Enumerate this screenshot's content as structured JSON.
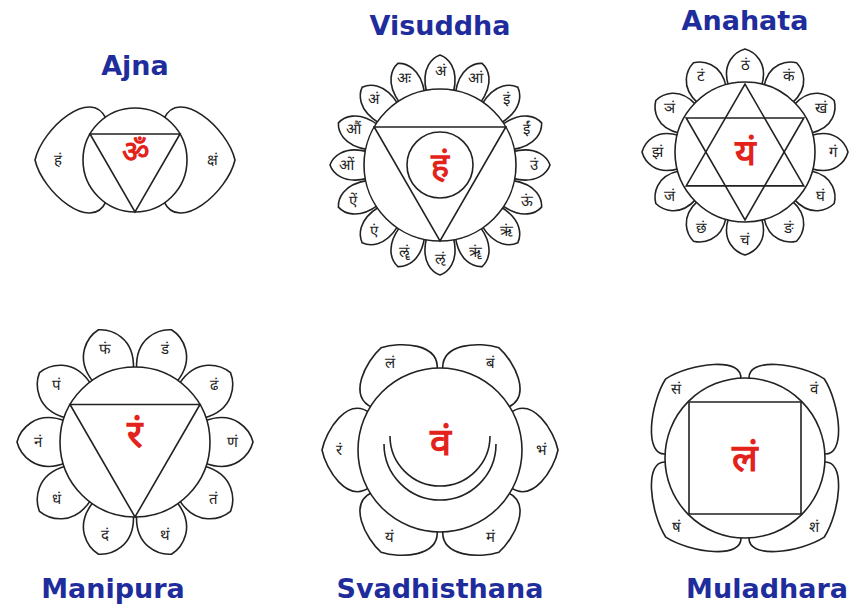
{
  "diagram": {
    "nodes": [
      {
        "text": [
          "Ajna",
          "ॐ",
          "हं",
          "क्षं"
        ]
      },
      {
        "text": [
          "Visuddha",
          "हं",
          "अं",
          "आं",
          "इं",
          "ईं",
          "उं",
          "ऊं",
          "ऋं",
          "ॠं",
          "ऌं",
          "ॡं",
          "एं",
          "ऐं",
          "ओं",
          "औं",
          "अं",
          "अः"
        ]
      },
      {
        "text": [
          "Anahata",
          "यं",
          "ठं",
          "कं",
          "खं",
          "गं",
          "घं",
          "ङं",
          "चं",
          "छं",
          "जं",
          "झं",
          "ञं",
          "टं"
        ]
      },
      {
        "text": [
          "Manipura",
          "रं",
          "फं",
          "डं",
          "ढं",
          "णं",
          "तं",
          "थं",
          "दं",
          "धं",
          "नं",
          "पं"
        ]
      },
      {
        "text": [
          "Svadhisthana",
          "वं",
          "बं",
          "भं",
          "मं",
          "यं",
          "रं",
          "लं"
        ]
      },
      {
        "text": [
          "Muladhara",
          "लं",
          "वं",
          "शं",
          "षं",
          "सं"
        ]
      }
    ]
  }
}
